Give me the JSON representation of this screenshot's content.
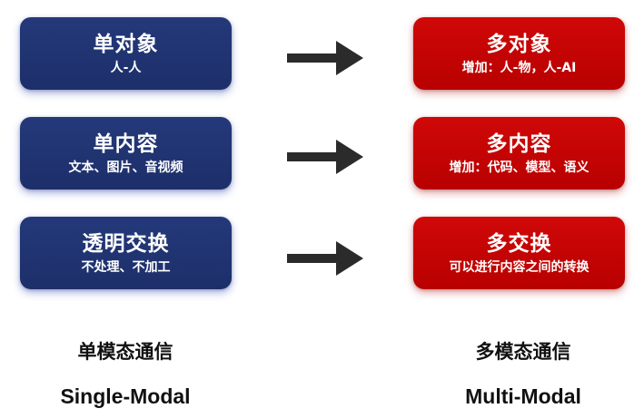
{
  "single_modal": {
    "boxes": [
      {
        "title": "单对象",
        "sub": "人-人"
      },
      {
        "title": "单内容",
        "sub": "文本、图片、音视频"
      },
      {
        "title": "透明交换",
        "sub": "不处理、不加工"
      }
    ],
    "caption_zh": "单模态通信",
    "caption_en": "Single-Modal"
  },
  "multi_modal": {
    "boxes": [
      {
        "title": "多对象",
        "sub": "增加：人-物，人-AI"
      },
      {
        "title": "多内容",
        "sub": "增加：代码、模型、语义"
      },
      {
        "title": "多交换",
        "sub": "可以进行内容之间的转换"
      }
    ],
    "caption_zh": "多模态通信",
    "caption_en": "Multi-Modal"
  },
  "colors": {
    "single_box": "#1f3270",
    "multi_box": "#c80404",
    "arrow": "#2b2b2b"
  }
}
